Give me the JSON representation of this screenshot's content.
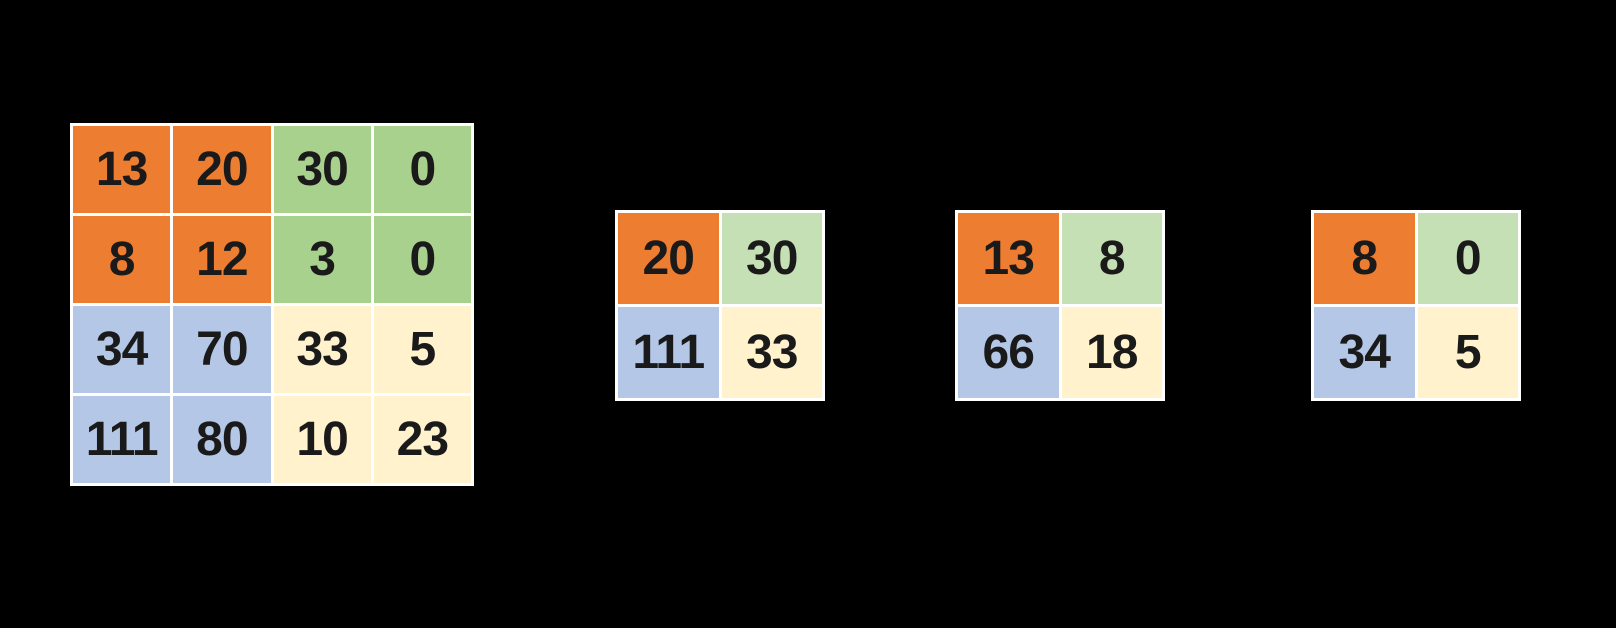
{
  "colors": {
    "background": "#000000",
    "border": "#FFFFFF",
    "number": "#1A1A1A",
    "orange": "#ED7D31",
    "green": "#A9D18E",
    "green_light": "#C5E0B4",
    "blue": "#B4C7E7",
    "cream": "#FFF2CC"
  },
  "input_matrix": {
    "rows": 4,
    "cols": 4,
    "cells": [
      {
        "value": "13",
        "color": "orange"
      },
      {
        "value": "20",
        "color": "orange"
      },
      {
        "value": "30",
        "color": "green"
      },
      {
        "value": "0",
        "color": "green"
      },
      {
        "value": "8",
        "color": "orange"
      },
      {
        "value": "12",
        "color": "orange"
      },
      {
        "value": "3",
        "color": "green"
      },
      {
        "value": "0",
        "color": "green"
      },
      {
        "value": "34",
        "color": "blue"
      },
      {
        "value": "70",
        "color": "blue"
      },
      {
        "value": "33",
        "color": "cream"
      },
      {
        "value": "5",
        "color": "cream"
      },
      {
        "value": "111",
        "color": "blue"
      },
      {
        "value": "80",
        "color": "blue"
      },
      {
        "value": "10",
        "color": "cream"
      },
      {
        "value": "23",
        "color": "cream"
      }
    ]
  },
  "output_matrices": [
    {
      "rows": 2,
      "cols": 2,
      "cells": [
        {
          "value": "20",
          "color": "orange"
        },
        {
          "value": "30",
          "color": "green_light"
        },
        {
          "value": "111",
          "color": "blue"
        },
        {
          "value": "33",
          "color": "cream"
        }
      ]
    },
    {
      "rows": 2,
      "cols": 2,
      "cells": [
        {
          "value": "13",
          "color": "orange"
        },
        {
          "value": "8",
          "color": "green_light"
        },
        {
          "value": "66",
          "color": "blue"
        },
        {
          "value": "18",
          "color": "cream"
        }
      ]
    },
    {
      "rows": 2,
      "cols": 2,
      "cells": [
        {
          "value": "8",
          "color": "orange"
        },
        {
          "value": "0",
          "color": "green_light"
        },
        {
          "value": "34",
          "color": "blue"
        },
        {
          "value": "5",
          "color": "cream"
        }
      ]
    }
  ]
}
